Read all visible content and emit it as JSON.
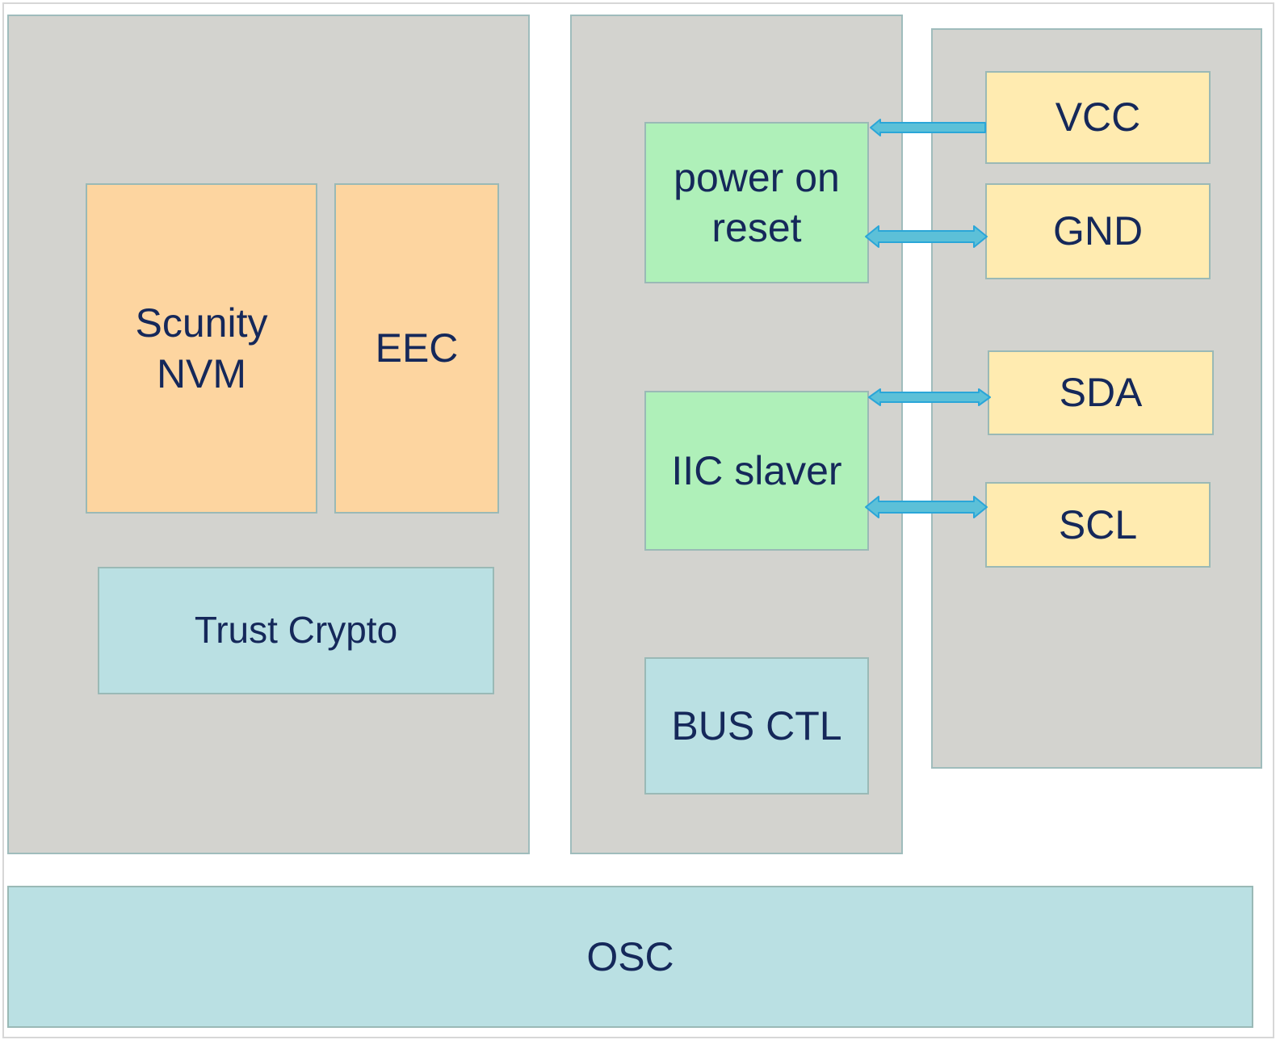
{
  "blocks": {
    "security_nvm": "Scunity\nNVM",
    "eec": "EEC",
    "trust_crypto": "Trust Crypto",
    "power_on_reset": "power on\nreset",
    "iic_slaver": "IIC slaver",
    "bus_ctl": "BUS CTL",
    "osc": "OSC"
  },
  "pins": {
    "vcc": "VCC",
    "gnd": "GND",
    "sda": "SDA",
    "scl": "SCL"
  },
  "connections": [
    {
      "from": "power_on_reset",
      "to": "vcc",
      "direction": "to-left"
    },
    {
      "from": "power_on_reset",
      "to": "gnd",
      "direction": "both"
    },
    {
      "from": "iic_slaver",
      "to": "sda",
      "direction": "both"
    },
    {
      "from": "iic_slaver",
      "to": "scl",
      "direction": "both"
    }
  ],
  "colors": {
    "panel": "#d3d3cf",
    "memory_block": "#fdd5a0",
    "logic_block": "#aff0b9",
    "control_block": "#bae0e3",
    "pin_block": "#ffebb0",
    "arrow": "#5cc0d8",
    "text": "#15285a"
  }
}
